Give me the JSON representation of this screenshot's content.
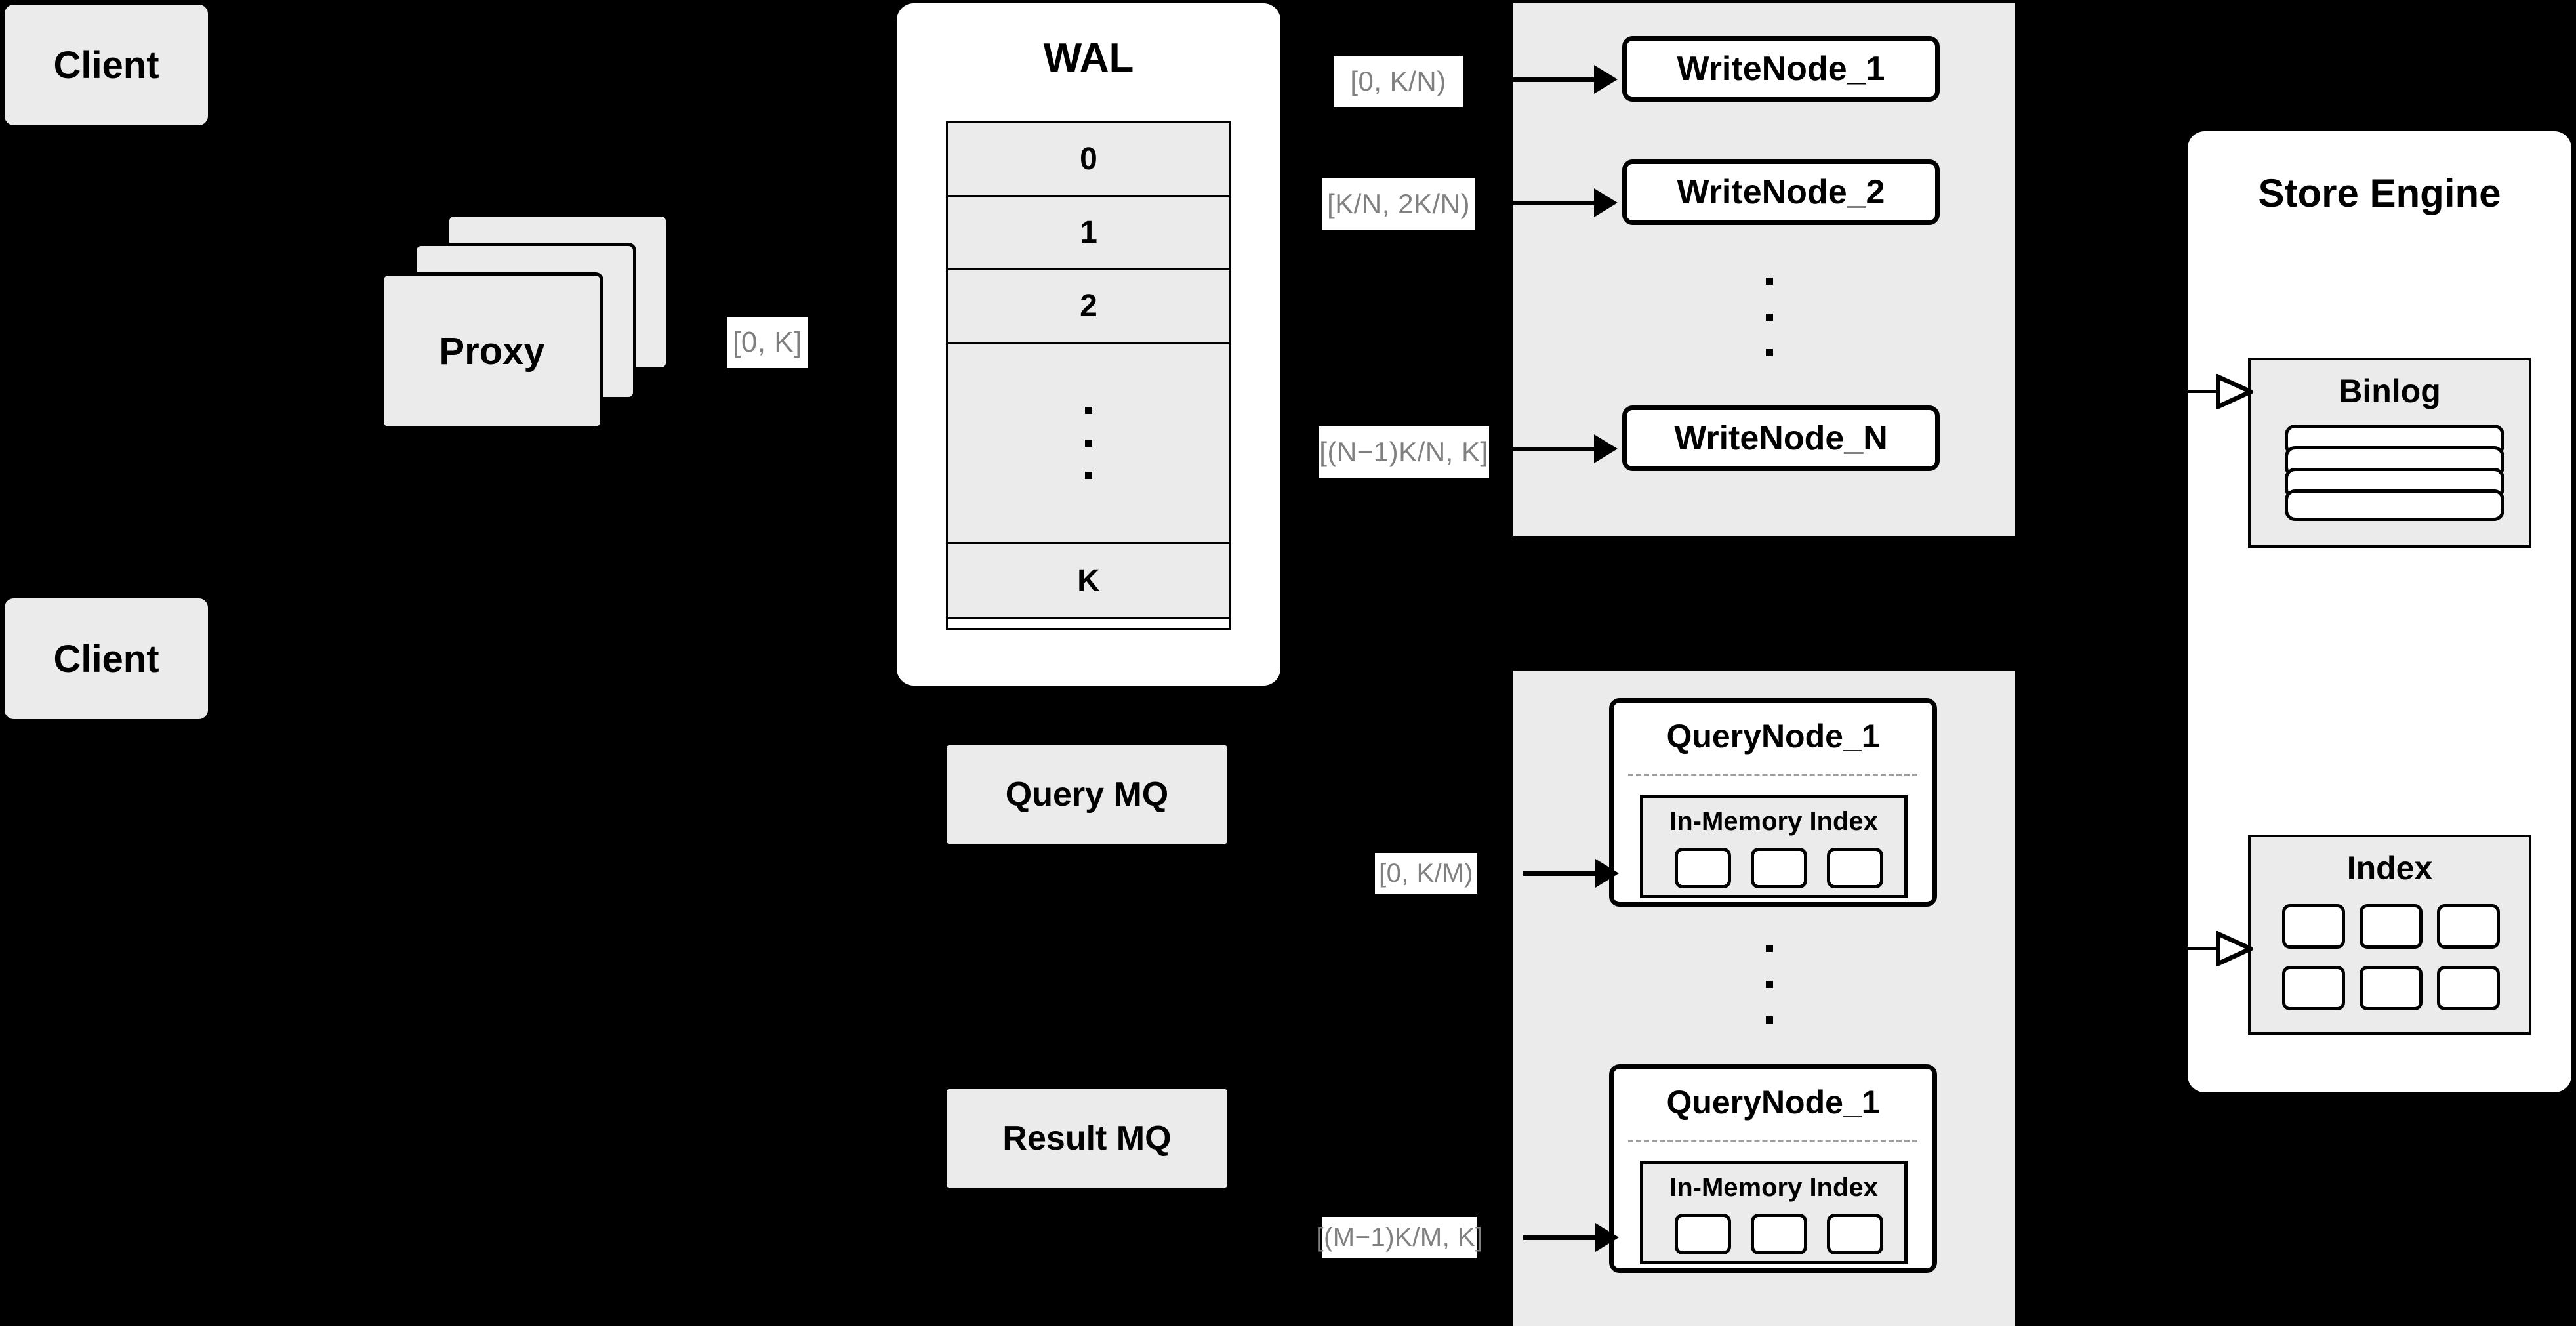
{
  "diagram": {
    "title": "Distributed Write/Query Architecture",
    "background_color": "#000000",
    "panel_color": "#ffffff",
    "card_color": "#ebebeb",
    "label_text_color": "#808080",
    "stroke_color": "#000000",
    "dash_color": "#9e9e9e"
  },
  "clients": [
    {
      "label": "Client"
    },
    {
      "label": "Client"
    }
  ],
  "proxy": {
    "label": "Proxy",
    "stack_count": 3
  },
  "proxy_range_label": "[0, K]",
  "wal": {
    "title": "WAL",
    "entries": [
      {
        "label": "0"
      },
      {
        "label": "1"
      },
      {
        "label": "2"
      },
      {
        "label": "",
        "is_ellipsis": true
      },
      {
        "label": "K"
      }
    ]
  },
  "write_group": {
    "nodes": [
      {
        "label": "WriteNode_1",
        "range": "[0,  K/N)"
      },
      {
        "label": "WriteNode_2",
        "range": "[K/N, 2K/N)"
      },
      {
        "label": "WriteNode_N",
        "range": "[(N−1)K/N,  K]"
      }
    ],
    "ellipsis_dots": 3
  },
  "query_group": {
    "nodes": [
      {
        "label": "QueryNode_1",
        "range": "[0, K/M)",
        "index": {
          "title": "In-Memory Index",
          "cell_count": 3
        }
      },
      {
        "label": "QueryNode_1",
        "range": "[(M−1)K/M, K]",
        "index": {
          "title": "In-Memory Index",
          "cell_count": 3
        }
      }
    ],
    "ellipsis_dots": 3
  },
  "queues": [
    {
      "label": "Query MQ"
    },
    {
      "label": "Result MQ"
    }
  ],
  "store_engine": {
    "title": "Store Engine",
    "binlog": {
      "title": "Binlog",
      "row_count": 4
    },
    "index": {
      "title": "Index",
      "cell_count": 6,
      "columns": 3,
      "rows": 2
    }
  }
}
